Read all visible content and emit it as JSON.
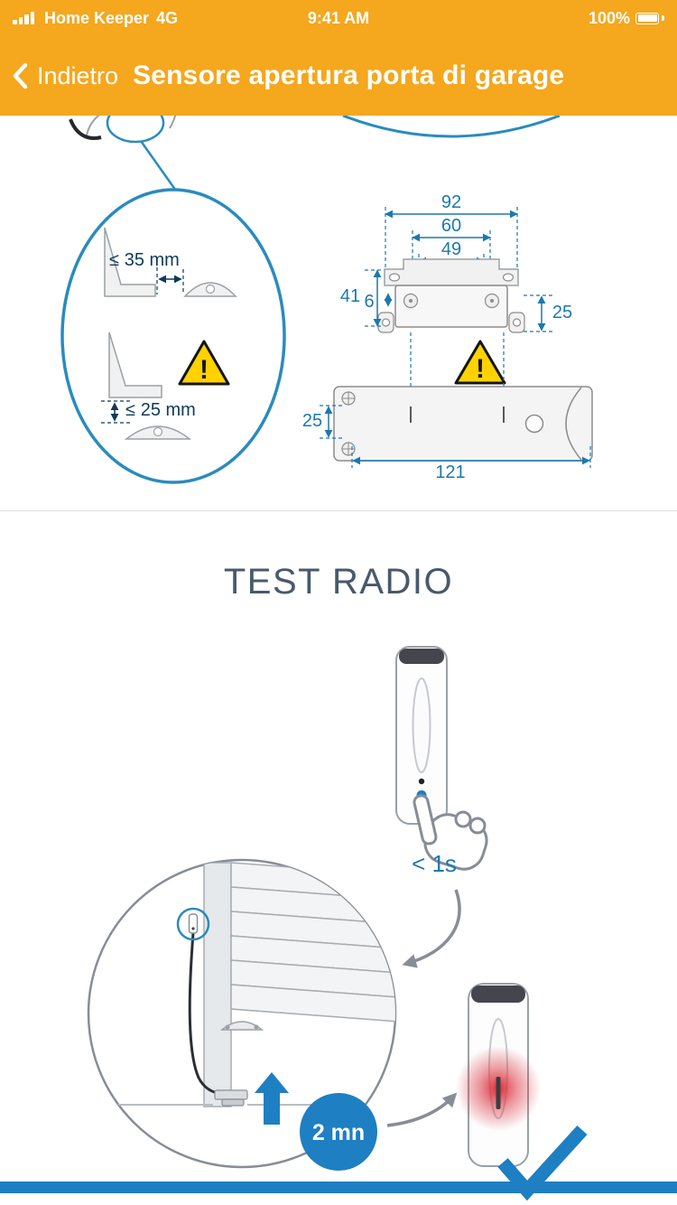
{
  "colors": {
    "header_orange": "#F5A71E",
    "accent_blue": "#1E7FC2",
    "diagram_blue": "#1B79AE",
    "dark_label": "#0E3A57",
    "heading_gray": "#475A6B",
    "warning_yellow": "#FFD200",
    "line_gray": "#878D96"
  },
  "status_bar": {
    "carrier": "Home Keeper",
    "network": "4G",
    "time": "9:41 AM",
    "battery_percent": "100%"
  },
  "nav": {
    "back_label": "Indietro",
    "title": "Sensore apertura porta di garage"
  },
  "install_diagram": {
    "clearance_top": "≤ 35 mm",
    "clearance_bottom": "≤ 25 mm",
    "warning_mark": "!",
    "dim_92": "92",
    "dim_60": "60",
    "dim_49": "49",
    "dim_41": "41",
    "dim_6": "6",
    "dim_25_right": "25",
    "dim_25_left": "25",
    "dim_121": "121"
  },
  "test_radio": {
    "heading": "TEST RADIO",
    "press_duration": "< 1s",
    "wait_duration": "2 mn"
  }
}
